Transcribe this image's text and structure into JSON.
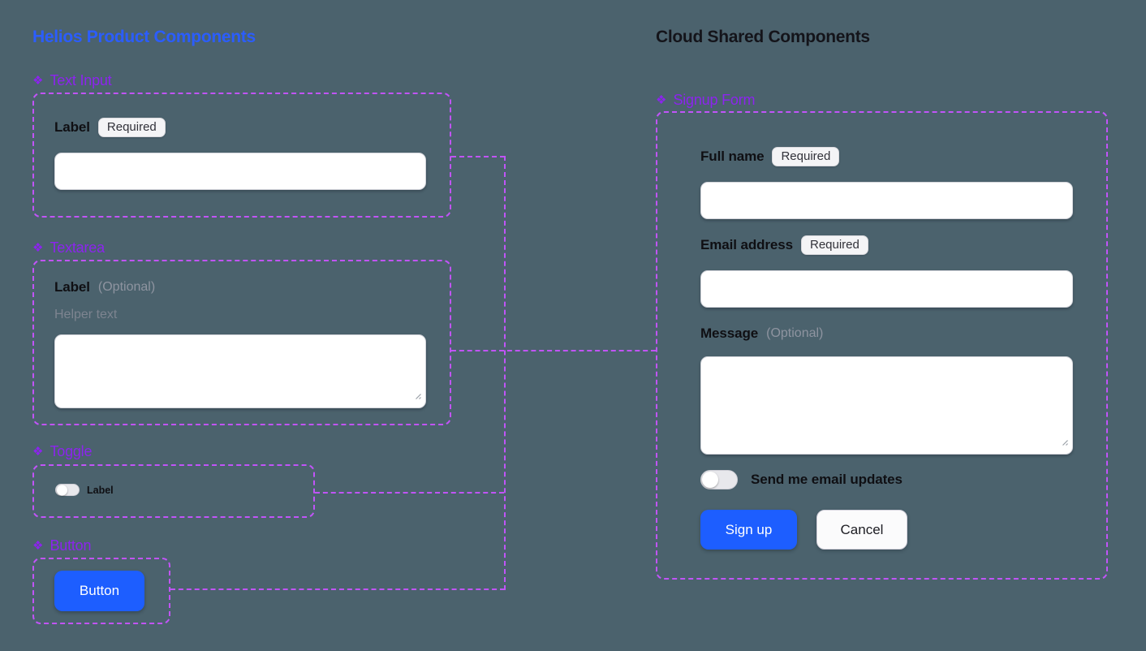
{
  "colors": {
    "background": "#4b626d",
    "outline_dash_purple": "#c154f8",
    "component_label_purple": "#8c24ee",
    "helios_title_blue": "#2b5dff",
    "primary_button_blue": "#1d5eff"
  },
  "left_panel": {
    "title": "Helios Product Components",
    "components": {
      "text_input": {
        "icon": "❖",
        "name": "Text Input",
        "field_label": "Label",
        "badge": "Required",
        "input_value": ""
      },
      "textarea": {
        "icon": "❖",
        "name": "Textarea",
        "field_label": "Label",
        "optional_note": "(Optional)",
        "helper_text": "Helper text",
        "textarea_value": ""
      },
      "toggle": {
        "icon": "❖",
        "name": "Toggle",
        "toggle_label": "Label",
        "state": "off"
      },
      "button": {
        "icon": "❖",
        "name": "Button",
        "button_label": "Button"
      }
    }
  },
  "right_panel": {
    "title": "Cloud Shared Components",
    "signup_form": {
      "icon": "❖",
      "name": "Signup Form",
      "full_name": {
        "label": "Full name",
        "badge": "Required",
        "value": ""
      },
      "email": {
        "label": "Email address",
        "badge": "Required",
        "value": ""
      },
      "message": {
        "label": "Message",
        "optional_note": "(Optional)",
        "value": ""
      },
      "updates_toggle": {
        "label": "Send me email updates",
        "state": "off"
      },
      "submit_label": "Sign up",
      "cancel_label": "Cancel"
    }
  }
}
